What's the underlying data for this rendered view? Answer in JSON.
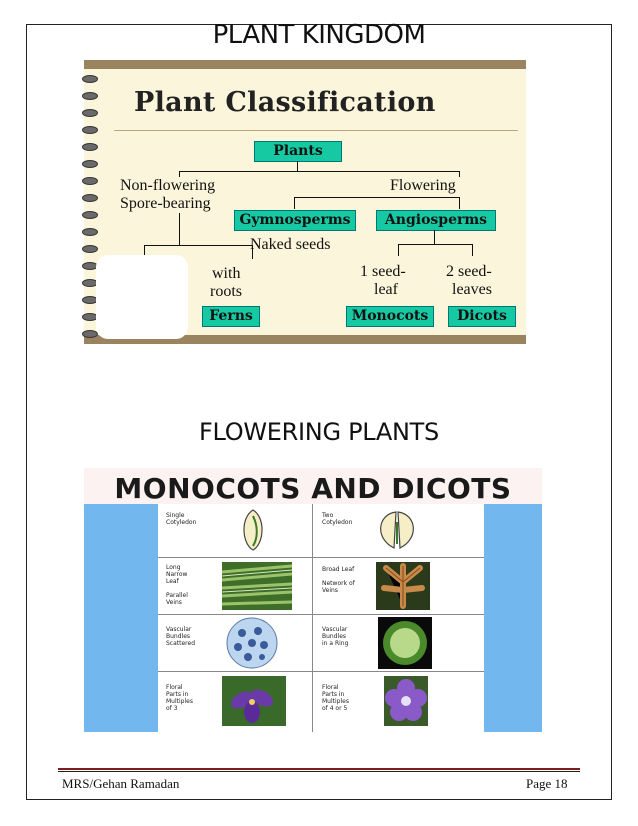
{
  "headings": {
    "top": "PLANT KINGDOM",
    "middle": "FLOWERING PLANTS"
  },
  "classification": {
    "title": "Plant Classification",
    "root": "Plants",
    "left_branch": [
      "Non-flowering",
      "Spore-bearing"
    ],
    "right_branch": "Flowering",
    "gymnosperms": "Gymnosperms",
    "gymnosperms_note": "Naked seeds",
    "angiosperms": "Angiosperms",
    "with_roots": [
      "with",
      "roots"
    ],
    "one_seed_leaf": [
      "1 seed-",
      "leaf"
    ],
    "two_seed_leaves": [
      "2 seed-",
      "leaves"
    ],
    "ferns": "Ferns",
    "monocots": "Monocots",
    "dicots": "Dicots"
  },
  "comparison": {
    "title": "MONOCOTS AND DICOTS",
    "rows": [
      {
        "mono": "Single\nCotyledon",
        "dico": "Two\nCotyledon"
      },
      {
        "mono": "Long\nNarrow\nLeaf\n\nParallel\nVeins",
        "dico": "Broad Leaf\n\nNetwork of\nVeins"
      },
      {
        "mono": "Vascular\nBundles\nScattered",
        "dico": "Vascular\nBundles\nin a Ring"
      },
      {
        "mono": "Floral\nParts in\nMultiples\nof 3",
        "dico": "Floral\nParts in\nMultiples\nof 4 or 5"
      }
    ]
  },
  "footer": {
    "author": "MRS/Gehan Ramadan",
    "page": "Page 18"
  }
}
